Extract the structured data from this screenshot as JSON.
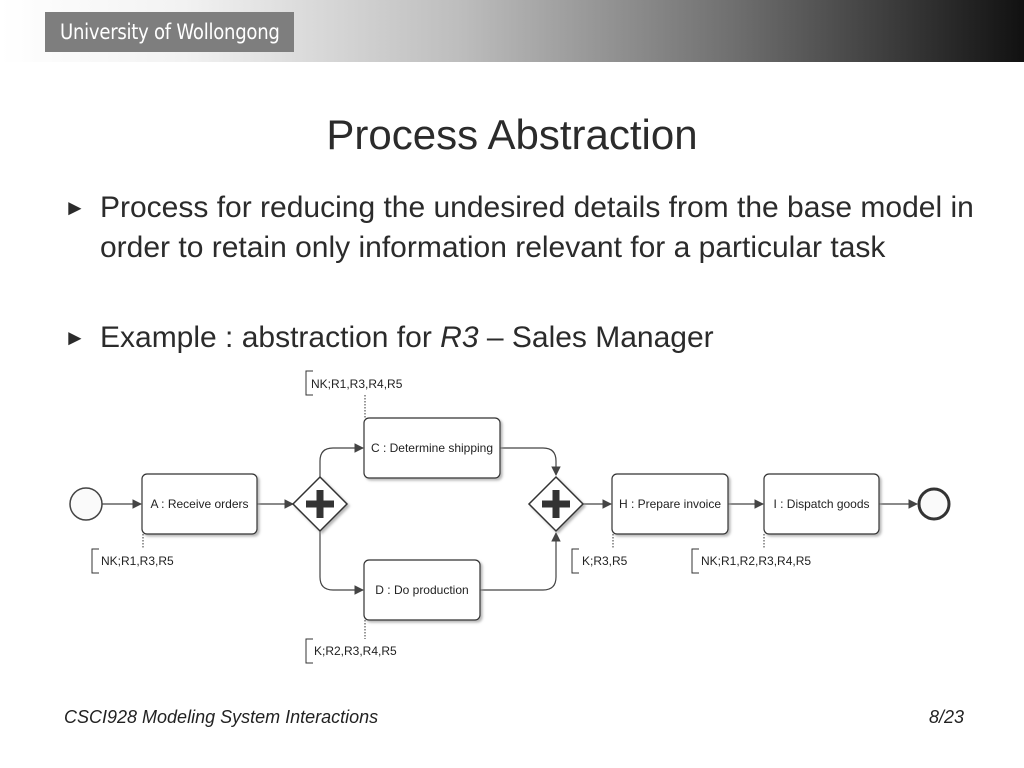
{
  "header": {
    "brand_text": "University of Wollongong",
    "crest_icon": "university-crest-icon",
    "bar_dark_color": "#111111",
    "logo_bg_color": "#7e7e7e"
  },
  "slide": {
    "title": "Process Abstraction",
    "bullet_marker": "►",
    "bullets": [
      {
        "text": "Process for reducing the undesired details from the base model in order to retain only information relevant for a particular task"
      },
      {
        "text_prefix": "Example : abstraction for ",
        "text_italic": "R3",
        "text_suffix": " – Sales Manager"
      }
    ]
  },
  "diagram": {
    "tasks": {
      "a": "A : Receive orders",
      "c": "C : Determine shipping",
      "d": "D : Do production",
      "h": "H : Prepare invoice",
      "i": "I : Dispatch goods"
    },
    "gateways": {
      "split": "parallel-gateway-icon",
      "join": "parallel-gateway-icon"
    },
    "events": {
      "start": "start-event-icon",
      "end": "end-event-icon"
    },
    "annotations": {
      "c": "NK;R1,R3,R4,R5",
      "a": "NK;R1,R3,R5",
      "h": "K;R3,R5",
      "i": "NK;R1,R2,R3,R4,R5",
      "d": "K;R2,R3,R4,R5"
    }
  },
  "footer": {
    "course": "CSCI928 Modeling System Interactions",
    "page": "8/23"
  }
}
